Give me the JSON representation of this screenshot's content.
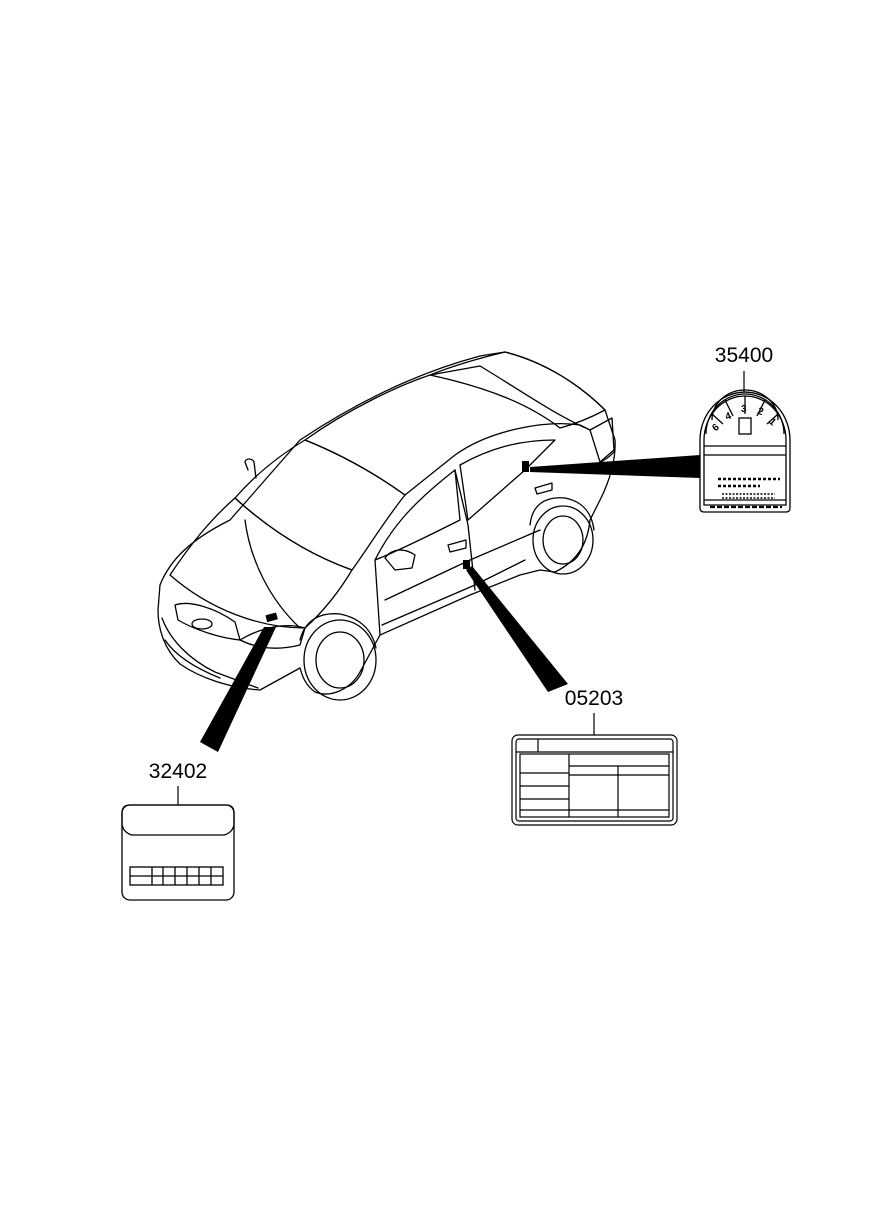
{
  "callouts": {
    "label_35400": "35400",
    "label_05203": "05203",
    "label_32402": "32402"
  },
  "gear_label": {
    "positions": [
      "6",
      "4",
      "3",
      "2",
      "1"
    ]
  },
  "colors": {
    "line": "#000000",
    "background": "#ffffff"
  }
}
